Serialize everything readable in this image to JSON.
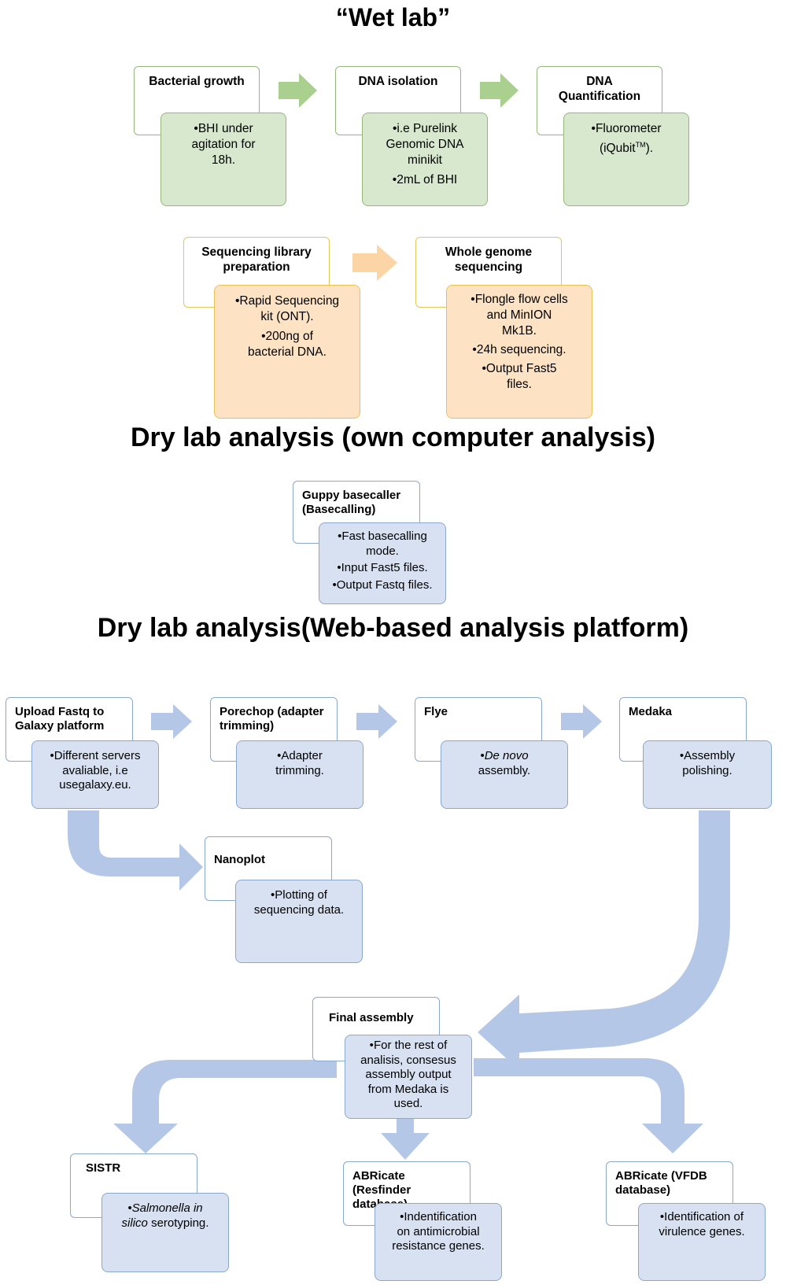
{
  "headings": {
    "wet_lab": "“Wet lab”",
    "dry_lab_own": "Dry lab analysis (own computer analysis)",
    "dry_lab_web": "Dry lab analysis(Web-based analysis platform)"
  },
  "wet_lab_steps": [
    {
      "title": "Bacterial growth",
      "lines": [
        "BHI under",
        "agitation for",
        "18h."
      ]
    },
    {
      "title": "DNA isolation",
      "lines": [
        "i.e Purelink",
        "Genomic DNA",
        "minikit",
        "2mL of BHI"
      ]
    },
    {
      "title_lines": [
        "DNA",
        "Quantification"
      ],
      "lines": [
        "Fluorometer",
        "(iQubit",
        "TM",
        ")."
      ]
    },
    {
      "title_lines": [
        "Sequencing library",
        "preparation"
      ],
      "lines": [
        "Rapid Sequencing",
        "kit (ONT).",
        "200ng of",
        "bacterial DNA."
      ]
    },
    {
      "title_lines": [
        "Whole genome",
        "sequencing"
      ],
      "lines": [
        "Flongle flow cells",
        "and MinION",
        "Mk1B.",
        "24h sequencing.",
        "Output Fast5",
        "files."
      ]
    }
  ],
  "own_computer_steps": [
    {
      "title_lines": [
        "Guppy basecaller",
        "(Basecalling)"
      ],
      "lines": [
        "Fast basecalling",
        "mode.",
        "Input Fast5 files.",
        "Output Fastq files."
      ]
    }
  ],
  "web_steps": {
    "upload": {
      "title_lines": [
        "Upload Fastq to",
        "Galaxy platform"
      ],
      "lines": [
        "Different servers",
        "avaliable, i.e",
        "usegalaxy.eu."
      ]
    },
    "porechop": {
      "title_lines": [
        "Porechop  (adapter",
        "trimming)"
      ],
      "lines": [
        "Adapter",
        "trimming."
      ]
    },
    "flye": {
      "title": "Flye",
      "lines": [
        "De novo",
        "assembly."
      ]
    },
    "medaka": {
      "title": "Medaka",
      "lines": [
        "Assembly",
        "polishing."
      ]
    },
    "nanoplot": {
      "title": "Nanoplot",
      "lines": [
        "Plotting of",
        "sequencing data."
      ]
    },
    "final": {
      "title": "Final assembly",
      "lines": [
        "For the rest of",
        "analisis, consesus",
        "assembly output",
        "from Medaka is",
        "used."
      ]
    },
    "sistr": {
      "title": "SISTR",
      "lines": [
        "Salmonella in",
        "silico",
        "serotyping."
      ]
    },
    "abricate_res": {
      "title_lines": [
        "ABRicate (Resfinder",
        "database)"
      ],
      "lines": [
        "Indentification",
        "on antimicrobial",
        "resistance genes."
      ]
    },
    "abricate_vfdb": {
      "title_lines": [
        "ABRicate (VFDB",
        "database)"
      ],
      "lines": [
        "Identification of",
        "virulence genes."
      ]
    }
  },
  "colors": {
    "green_border": "#93b87a",
    "green_fill": "#d8e8cf",
    "green_arrow": "#a9d08e",
    "orange_border": "#ebc052",
    "orange_fill": "#fde3c4",
    "orange_arrow": "#fbd5a5",
    "blue_border": "#8aa7cc",
    "blue_fill": "#d7e1f1",
    "blue_arrow": "#b4c7e7"
  }
}
